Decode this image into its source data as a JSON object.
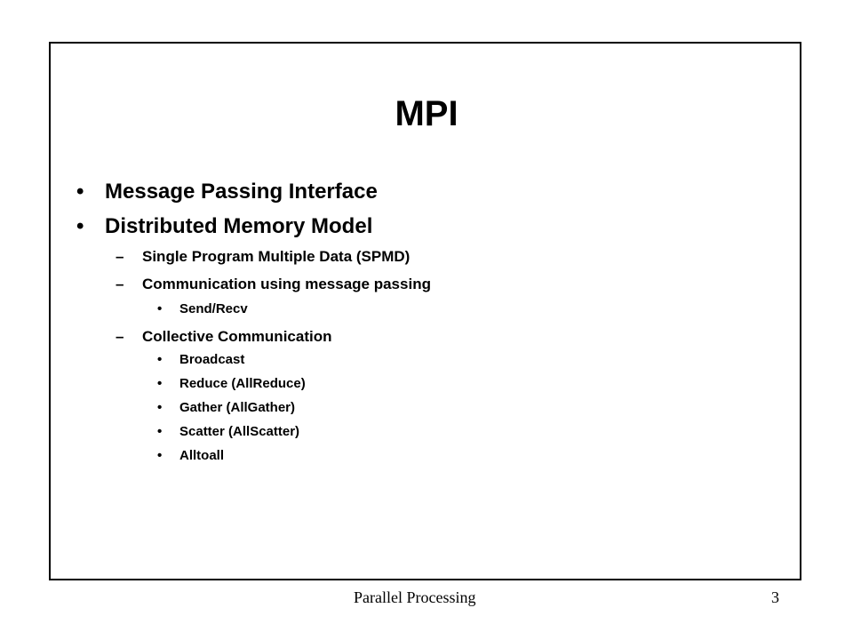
{
  "slide": {
    "title": "MPI",
    "level1_bullet": "•",
    "level2_dash": "–",
    "level3_bullet": "•",
    "items": [
      {
        "level": 1,
        "text": "Message Passing Interface"
      },
      {
        "level": 1,
        "text": "Distributed Memory Model"
      },
      {
        "level": 2,
        "text": "Single Program Multiple Data (SPMD)"
      },
      {
        "level": 2,
        "text": "Communication using message passing"
      },
      {
        "level": 3,
        "text": "Send/Recv"
      },
      {
        "level": 2,
        "text": "Collective Communication"
      },
      {
        "level": 3,
        "text": "Broadcast"
      },
      {
        "level": 3,
        "text": "Reduce (AllReduce)"
      },
      {
        "level": 3,
        "text": "Gather (AllGather)"
      },
      {
        "level": 3,
        "text": "Scatter (AllScatter)"
      },
      {
        "level": 3,
        "text": "Alltoall"
      }
    ]
  },
  "footer": {
    "course": "Parallel Processing",
    "page_number": "3"
  }
}
